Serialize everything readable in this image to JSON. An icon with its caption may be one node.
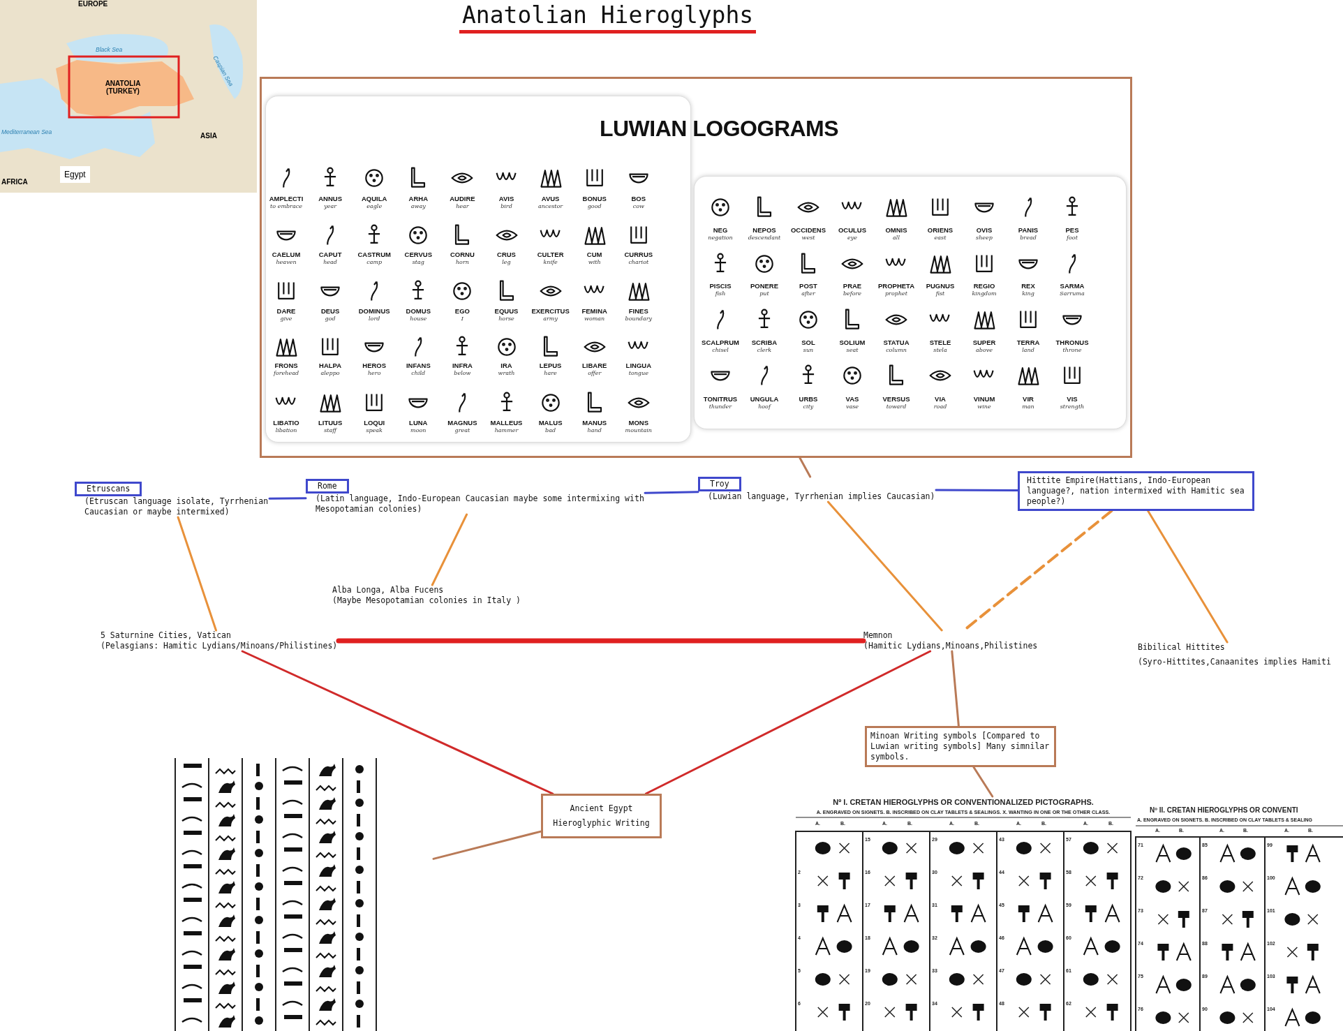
{
  "diagram": {
    "title": "Anatolian Hieroglyphs",
    "nodes": [
      {
        "text": [
          "LUWIAN LOGOGRAMS"
        ]
      },
      {
        "text": [
          "Etruscans",
          "(Etruscan language isolate, Tyrrhenian Caucasian or maybe intermixed)"
        ]
      },
      {
        "text": [
          "Rome",
          "(Latin language, Indo-European Caucasian maybe some intermixing with Mesopotamian colonies)"
        ]
      },
      {
        "text": [
          "Troy",
          "(Luwian language, Tyrrhenian implies Caucasian)"
        ]
      },
      {
        "text": [
          "Hittite Empire(Hattians, Indo-European language?, nation intermixed with Hamitic sea people?)"
        ]
      },
      {
        "text": [
          "Alba Longa, Alba Fucens",
          "(Maybe Mesopotamian colonies in Italy )"
        ]
      },
      {
        "text": [
          "5 Saturnine Cities, Vatican",
          "(Pelasgians:  Hamitic Lydians/Minoans/Philistines)"
        ]
      },
      {
        "text": [
          "Memnon",
          "(Hamitic Lydians,Minoans,Philistines"
        ]
      },
      {
        "text": [
          "Bibilical Hittites",
          "(Syro-Hittites,Canaanites implies Hamiti"
        ]
      },
      {
        "text": [
          "Minoan Writing symbols [Compared to Luwian writing symbols] Many simnilar symbols."
        ]
      },
      {
        "text": [
          "Ancient Egypt",
          "Hieroglyphic Writing"
        ]
      },
      {
        "text": [],
        "shape": "picture"
      },
      {
        "text": [],
        "shape": "picture"
      }
    ],
    "edges": [
      {
        "from": 0,
        "to": 3,
        "arrow": "none",
        "color": "#b97a57"
      },
      {
        "from": 1,
        "to": 2,
        "arrow": "none",
        "color": "#3f48cc"
      },
      {
        "from": 2,
        "to": 3,
        "arrow": "none",
        "color": "#3f48cc"
      },
      {
        "from": 3,
        "to": 4,
        "arrow": "none",
        "color": "#3f48cc"
      },
      {
        "from": 1,
        "to": 6,
        "arrow": "none",
        "color": "#e8913a"
      },
      {
        "from": 2,
        "to": 5,
        "arrow": "none",
        "color": "#e8913a"
      },
      {
        "from": 3,
        "to": 7,
        "arrow": "none",
        "color": "#e8913a"
      },
      {
        "from": 4,
        "to": 7,
        "arrow": "none",
        "style": "dashed",
        "color": "#e8913a"
      },
      {
        "from": 4,
        "to": 8,
        "arrow": "none",
        "color": "#e8913a"
      },
      {
        "from": 6,
        "to": 7,
        "arrow": "none",
        "style": "thick",
        "color": "#e02020"
      },
      {
        "from": 6,
        "to": 10,
        "arrow": "none",
        "color": "#d02a2a"
      },
      {
        "from": 7,
        "to": 10,
        "arrow": "none",
        "color": "#d02a2a"
      },
      {
        "from": 7,
        "to": 9,
        "arrow": "none",
        "color": "#b97a57"
      },
      {
        "from": 9,
        "to": 12,
        "arrow": "none",
        "color": "#b97a57"
      },
      {
        "from": 10,
        "to": 11,
        "arrow": "none",
        "color": "#b97a57"
      }
    ],
    "labels": [
      "EUROPE",
      "Black Sea",
      "Caspian Sea",
      "ANATOLIA (TURKEY)",
      "Mediterranean Sea",
      "ASIA",
      "AFRICA",
      "Egypt",
      "AMPLECTI",
      "to embrace",
      "ANNUS",
      "year",
      "AQUILA",
      "eagle",
      "ARHA",
      "away",
      "AUDIRE",
      "hear",
      "AVIS",
      "bird",
      "AVUS",
      "ancestor",
      "BONUS",
      "good",
      "BOS",
      "cow",
      "CAELUM",
      "heaven",
      "CAPUT",
      "head",
      "CASTRUM",
      "camp",
      "CERVUS",
      "stag",
      "CORNU",
      "horn",
      "CRUS",
      "leg",
      "CULTER",
      "knife",
      "CUM",
      "with",
      "CURRUS",
      "chariot",
      "DARE",
      "give",
      "DEUS",
      "god",
      "DOMINUS",
      "lord",
      "DOMUS",
      "house",
      "EGO",
      "I",
      "EQUUS",
      "horse",
      "EXERCITUS",
      "army",
      "FEMINA",
      "woman",
      "FINES",
      "boundary",
      "FRONS",
      "forehead",
      "HALPA",
      "aleppo",
      "HEROS",
      "hero",
      "INFANS",
      "child",
      "INFRA",
      "below",
      "IRA",
      "wrath",
      "LEPUS",
      "hare",
      "LIBARE",
      "offer",
      "LINGUA",
      "tongue",
      "LIBATIO",
      "libation",
      "LITUUS",
      "staff",
      "LOQUI",
      "speak",
      "LUNA",
      "moon",
      "MAGNUS",
      "great",
      "MALLEUS",
      "hammer",
      "MALUS",
      "bad",
      "MANUS",
      "hand",
      "MONS",
      "mountain",
      "NEG",
      "negation",
      "NEPOS",
      "descendant",
      "OCCIDENS",
      "west",
      "OCULUS",
      "eye",
      "OMNIS",
      "all",
      "ORIENS",
      "east",
      "OVIS",
      "sheep",
      "PANIS",
      "bread",
      "PES",
      "foot",
      "PISCIS",
      "fish",
      "PONERE",
      "put",
      "POST",
      "after",
      "PRAE",
      "before",
      "PROPHETA",
      "prophet",
      "PUGNUS",
      "fist",
      "REGIO",
      "kingdom",
      "REX",
      "king",
      "SARMA",
      "Sarruma",
      "SCALPRUM",
      "chisel",
      "SCRIBA",
      "clerk",
      "SOL",
      "sun",
      "SOLIUM",
      "seat",
      "STATUA",
      "column",
      "STELE",
      "stela",
      "SUPER",
      "above",
      "TERRA",
      "land",
      "THRONUS",
      "throne",
      "TONITRUS",
      "thunder",
      "UNGULA",
      "hoof",
      "URBS",
      "city",
      "VAS",
      "vase",
      "VERSUS",
      "toward",
      "VIA",
      "road",
      "VINUM",
      "wine",
      "VIR",
      "man",
      "VIS",
      "strength",
      "Nº I. CRETAN HIEROGLYPHS OR CONVENTIONALIZED PICTOGRAPHS.",
      "A. ENGRAVED ON SIGNETS. B. INSCRIBED ON CLAY TABLETS & SEALINGS. X. WANTING IN ONE OR THE OTHER CLASS.",
      "A.",
      "B.",
      "A.",
      "B.",
      "A.",
      "B.",
      "A.",
      "B.",
      "A.",
      "B.",
      "2",
      "3",
      "4",
      "5",
      "6",
      "15",
      "16",
      "17",
      "18",
      "19",
      "20",
      "29",
      "30",
      "31",
      "32",
      "33",
      "34",
      "43",
      "44",
      "45",
      "46",
      "47",
      "48",
      "57",
      "58",
      "59",
      "60",
      "61",
      "62",
      "Nº II. CRETAN HIEROGLYPHS OR CONVENTI",
      "A. ENGRAVED ON SIGNETS. B. INSCRIBED ON CLAY TABLETS & SEALING",
      "A.",
      "B.",
      "A.",
      "B.",
      "A.",
      "B.",
      "71",
      "72",
      "73",
      "74",
      "75",
      "76",
      "85",
      "86",
      "87",
      "88",
      "89",
      "90",
      "99",
      "100",
      "101",
      "102",
      "103",
      "104"
    ]
  }
}
